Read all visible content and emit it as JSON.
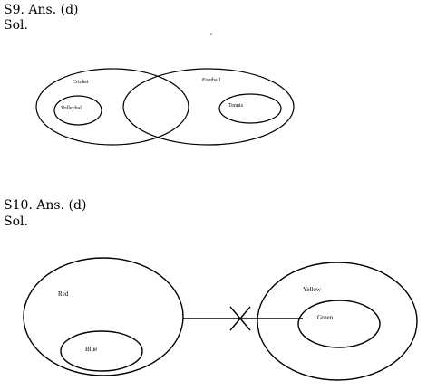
{
  "q9": {
    "answer": "S9. Ans. (d)",
    "sol": "Sol.",
    "labels": {
      "cricket": "Cricket",
      "football": "Football",
      "volleyball": "Volleyball",
      "tennis": "Tennis"
    }
  },
  "q10": {
    "answer": "S10. Ans. (d)",
    "sol": "Sol.",
    "labels": {
      "red": "Red",
      "blue": "Blue",
      "yellow": "Yellow",
      "green": "Green"
    }
  }
}
